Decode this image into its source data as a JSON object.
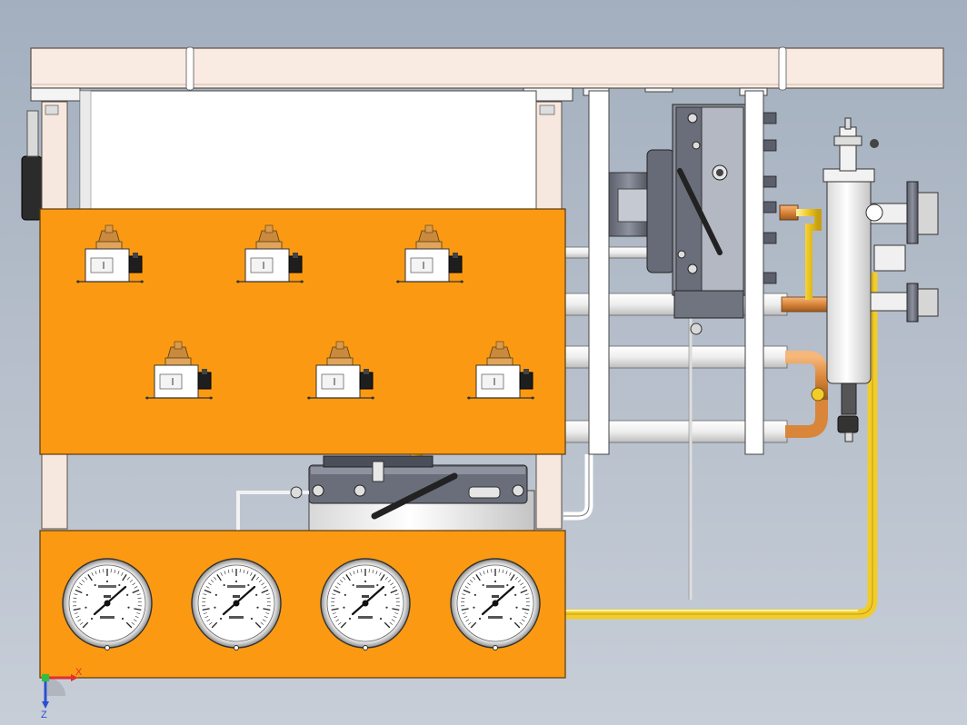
{
  "model": {
    "view": "front-orthographic",
    "colors": {
      "background": "#b0bac7",
      "frame": "#f7e8df",
      "panel": "#fb9a12",
      "pipe_yellow": "#f5d235",
      "pipe_copper": "#d9853a",
      "pipe_white": "#eeeeee",
      "steel_dark": "#6f7380",
      "steel_mid": "#a9aeb9"
    },
    "pressure_switch_count": 6,
    "pressure_gauge_count": 4,
    "pressure_switches": [
      {
        "icon": "pressure-switch-icon"
      },
      {
        "icon": "pressure-switch-icon"
      },
      {
        "icon": "pressure-switch-icon"
      },
      {
        "icon": "pressure-switch-icon"
      },
      {
        "icon": "pressure-switch-icon"
      },
      {
        "icon": "pressure-switch-icon"
      }
    ],
    "pressure_gauges": [
      {
        "icon": "pressure-gauge-icon"
      },
      {
        "icon": "pressure-gauge-icon"
      },
      {
        "icon": "pressure-gauge-icon"
      },
      {
        "icon": "pressure-gauge-icon"
      }
    ]
  },
  "triad": {
    "x_label": "X",
    "z_label": "Z"
  }
}
